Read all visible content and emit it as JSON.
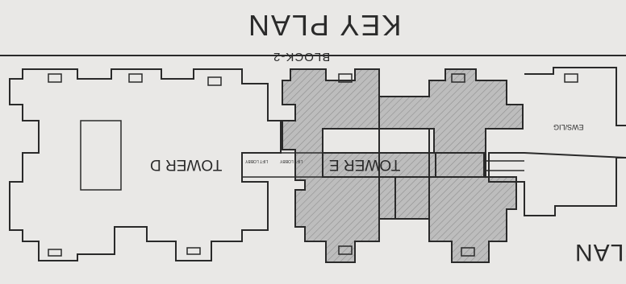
{
  "diagram": {
    "title": "KEY PLAN",
    "block_label": "BLOCK-2",
    "towers": [
      {
        "label": "TOWER D",
        "highlighted": false
      },
      {
        "label": "TOWER E",
        "highlighted": true
      }
    ],
    "ews_label": "EWS/LIG",
    "bottom_label": "PLAN",
    "small_text_a": "LIFT LOBBY",
    "small_text_b": "LIFT LOBBY",
    "colors": {
      "paper": "#e9e8e6",
      "line": "#2a2a2a",
      "highlight_fill": "#b9b9b9"
    },
    "orientation_note_visible": "rotated 180deg"
  }
}
